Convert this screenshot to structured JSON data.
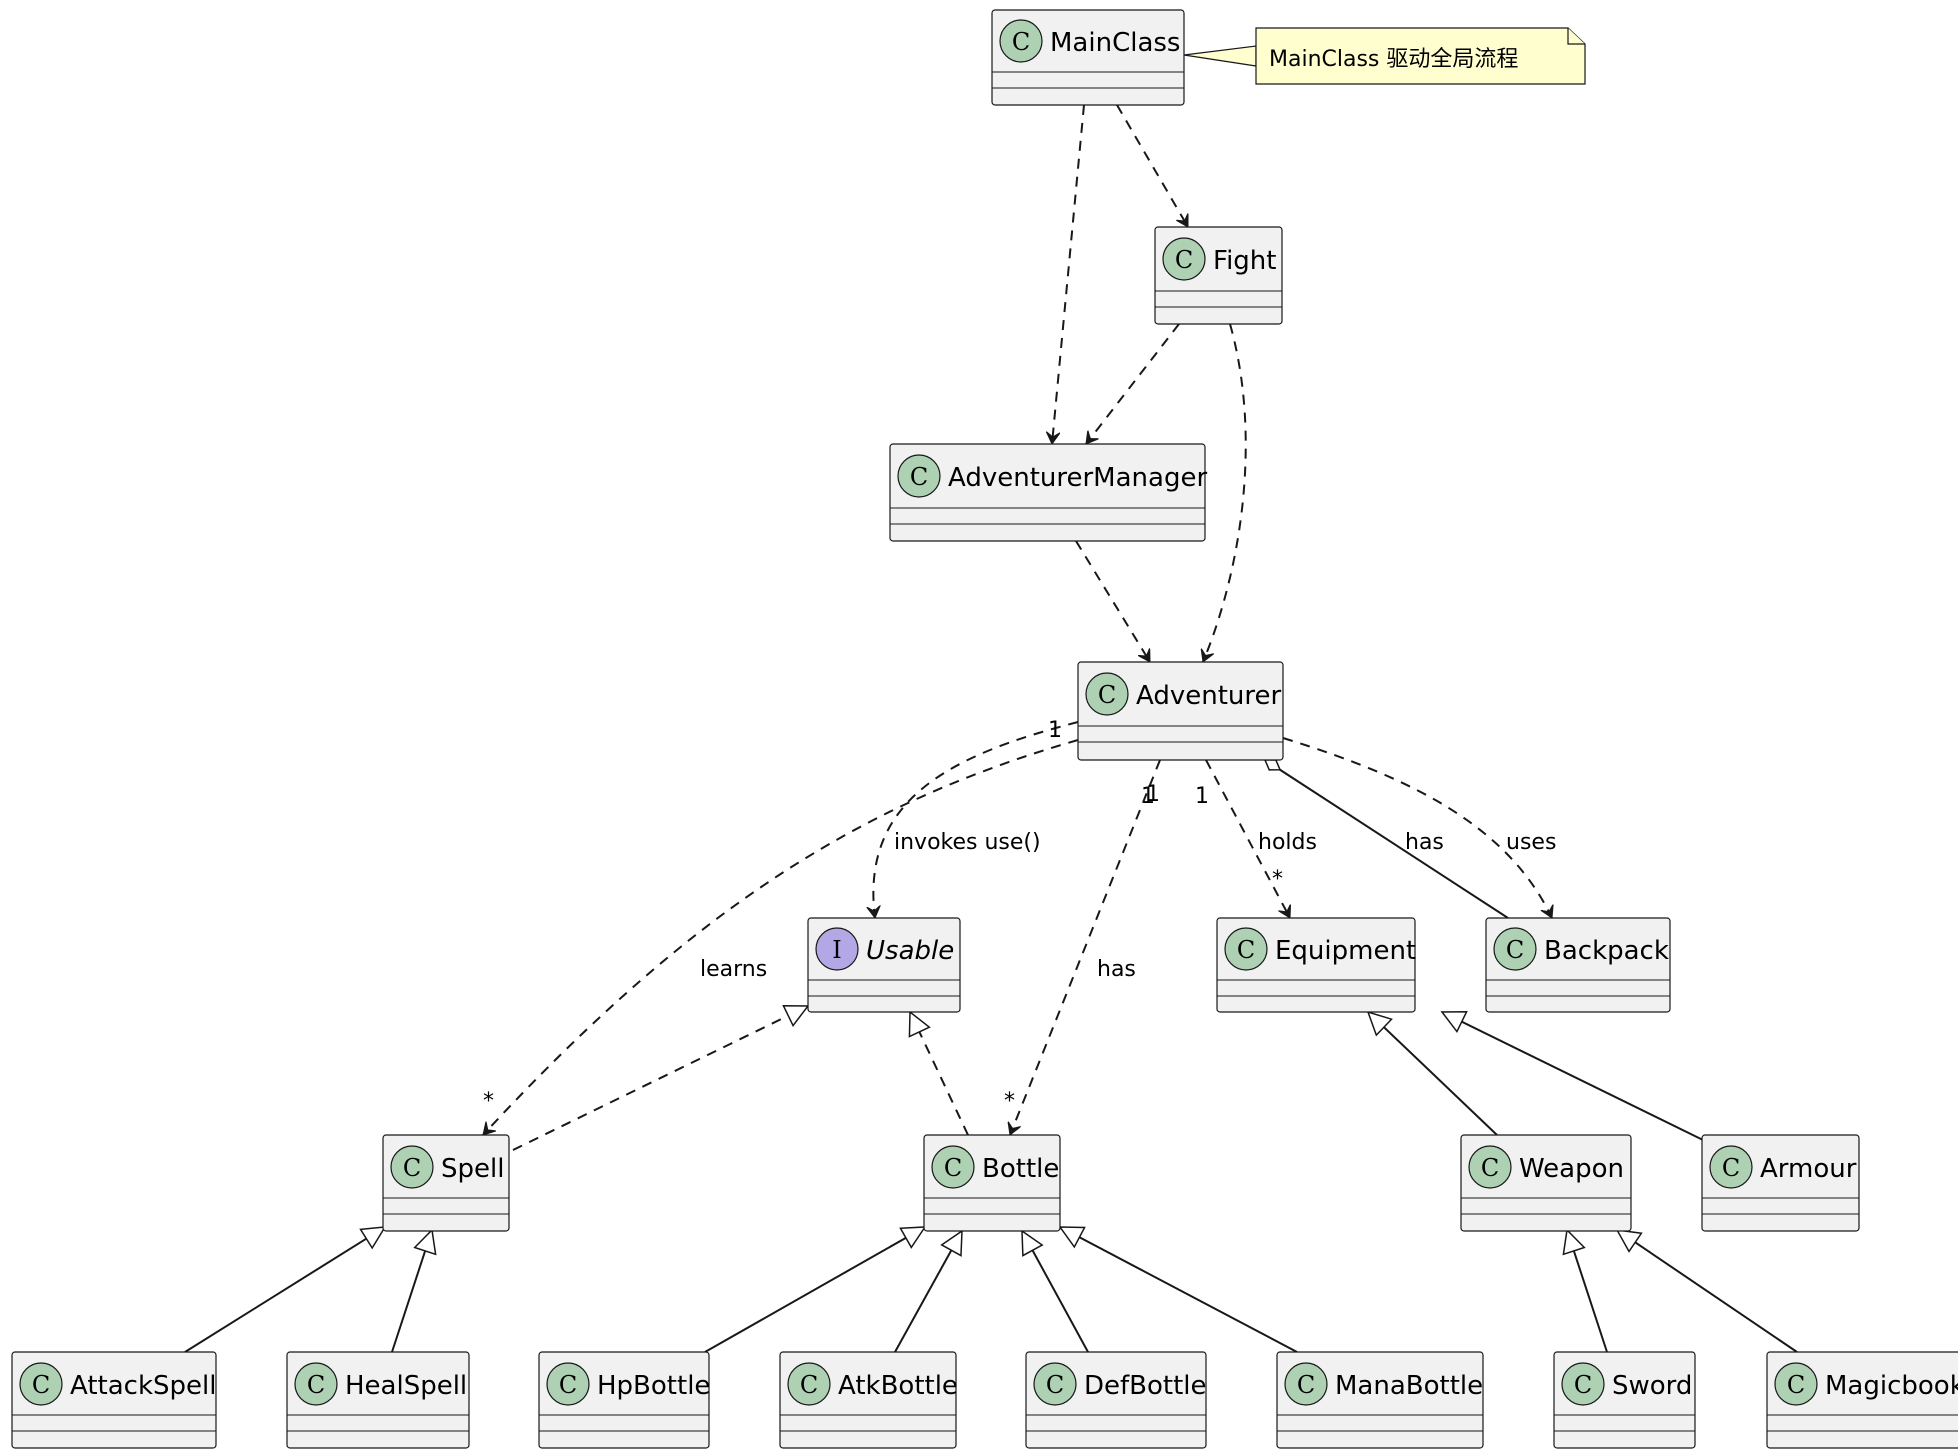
{
  "classes": [
    {
      "id": "mainclass",
      "name": "MainClass",
      "kind": "C"
    },
    {
      "id": "fight",
      "name": "Fight",
      "kind": "C"
    },
    {
      "id": "adventurermanager",
      "name": "AdventurerManager",
      "kind": "C"
    },
    {
      "id": "adventurer",
      "name": "Adventurer",
      "kind": "C"
    },
    {
      "id": "usable",
      "name": "Usable",
      "kind": "I"
    },
    {
      "id": "equipment",
      "name": "Equipment",
      "kind": "C"
    },
    {
      "id": "backpack",
      "name": "Backpack",
      "kind": "C"
    },
    {
      "id": "spell",
      "name": "Spell",
      "kind": "C"
    },
    {
      "id": "bottle",
      "name": "Bottle",
      "kind": "C"
    },
    {
      "id": "weapon",
      "name": "Weapon",
      "kind": "C"
    },
    {
      "id": "armour",
      "name": "Armour",
      "kind": "C"
    },
    {
      "id": "attackspell",
      "name": "AttackSpell",
      "kind": "C"
    },
    {
      "id": "healspell",
      "name": "HealSpell",
      "kind": "C"
    },
    {
      "id": "hpbottle",
      "name": "HpBottle",
      "kind": "C"
    },
    {
      "id": "atkbottle",
      "name": "AtkBottle",
      "kind": "C"
    },
    {
      "id": "defbottle",
      "name": "DefBottle",
      "kind": "C"
    },
    {
      "id": "manabottle",
      "name": "ManaBottle",
      "kind": "C"
    },
    {
      "id": "sword",
      "name": "Sword",
      "kind": "C"
    },
    {
      "id": "magicbook",
      "name": "Magicbook",
      "kind": "C"
    }
  ],
  "note": {
    "text": "MainClass 驱动全局流程"
  },
  "relations": [
    {
      "from": "mainclass",
      "to": "fight",
      "type": "dependency"
    },
    {
      "from": "mainclass",
      "to": "adventurermanager",
      "type": "dependency"
    },
    {
      "from": "fight",
      "to": "adventurermanager",
      "type": "dependency"
    },
    {
      "from": "fight",
      "to": "adventurer",
      "type": "dependency"
    },
    {
      "from": "adventurermanager",
      "to": "adventurer",
      "type": "dependency"
    },
    {
      "from": "adventurer",
      "to": "usable",
      "type": "dependency",
      "label": "invokes use()",
      "from_mult": "1"
    },
    {
      "from": "adventurer",
      "to": "spell",
      "type": "dependency",
      "label": "learns",
      "to_mult": "*"
    },
    {
      "from": "adventurer",
      "to": "bottle",
      "type": "dependency",
      "label": "has",
      "from_mult": "1",
      "to_mult": "*"
    },
    {
      "from": "adventurer",
      "to": "equipment",
      "type": "dependency",
      "label": "holds",
      "from_mult": "1",
      "to_mult": "*"
    },
    {
      "from": "adventurer",
      "to": "backpack",
      "type": "aggregation",
      "label": "has"
    },
    {
      "from": "adventurer",
      "to": "backpack",
      "type": "dependency",
      "label": "uses"
    },
    {
      "from": "spell",
      "to": "usable",
      "type": "realization"
    },
    {
      "from": "bottle",
      "to": "usable",
      "type": "realization"
    },
    {
      "from": "weapon",
      "to": "equipment",
      "type": "generalization"
    },
    {
      "from": "armour",
      "to": "equipment",
      "type": "generalization"
    },
    {
      "from": "attackspell",
      "to": "spell",
      "type": "generalization"
    },
    {
      "from": "healspell",
      "to": "spell",
      "type": "generalization"
    },
    {
      "from": "hpbottle",
      "to": "bottle",
      "type": "generalization"
    },
    {
      "from": "atkbottle",
      "to": "bottle",
      "type": "generalization"
    },
    {
      "from": "defbottle",
      "to": "bottle",
      "type": "generalization"
    },
    {
      "from": "manabottle",
      "to": "bottle",
      "type": "generalization"
    },
    {
      "from": "sword",
      "to": "weapon",
      "type": "generalization"
    },
    {
      "from": "magicbook",
      "to": "weapon",
      "type": "generalization"
    }
  ],
  "labels": {
    "invokes": "invokes use()",
    "learns": "learns",
    "has_bottle": "has",
    "holds": "holds",
    "has_backpack": "has",
    "uses": "uses",
    "mult_one": "1",
    "mult_many": "*"
  }
}
